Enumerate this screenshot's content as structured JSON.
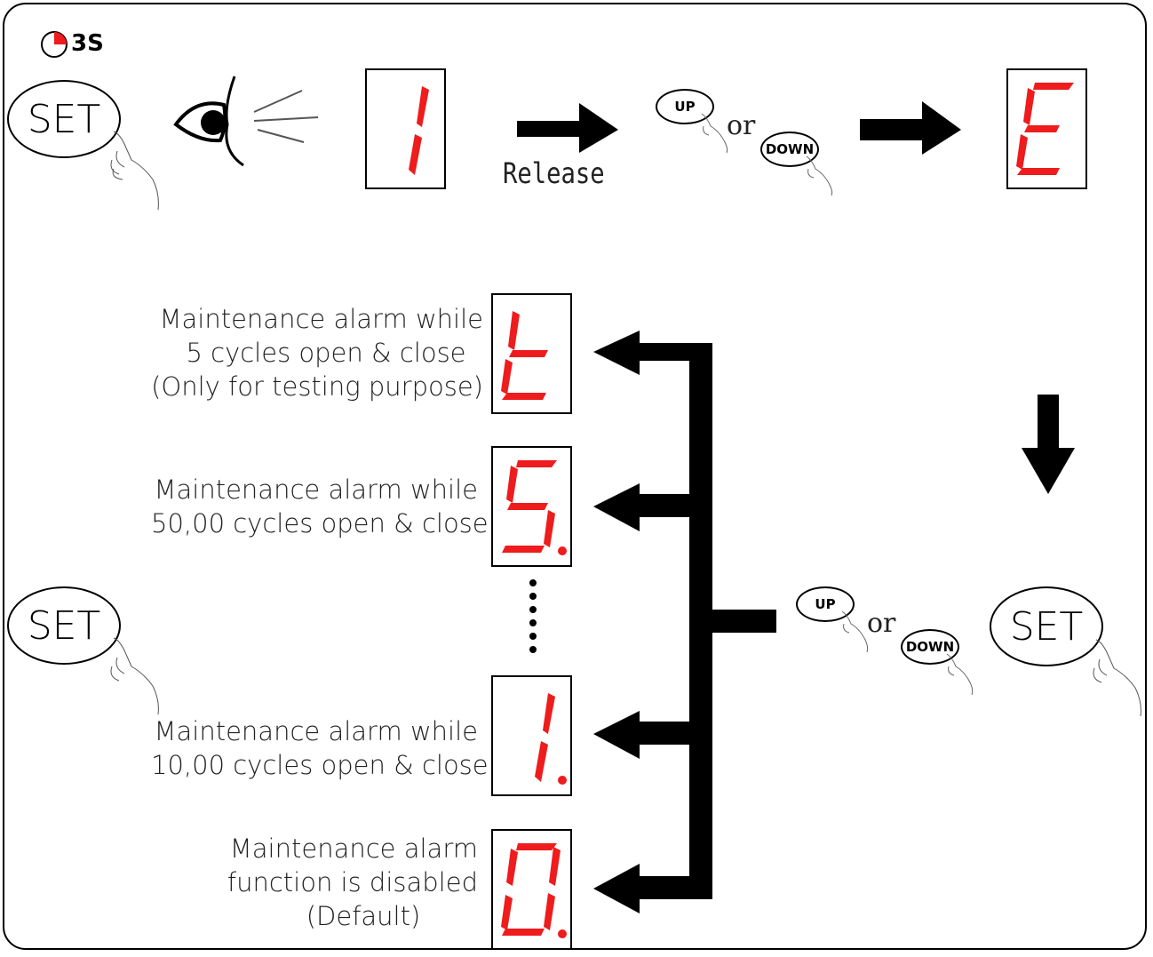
{
  "timer": {
    "label": "3S",
    "icon": "timer-icon"
  },
  "buttons": {
    "set": "SET",
    "up": "UP",
    "down": "DOWN",
    "or": "or"
  },
  "release_label": "Release",
  "displays": {
    "step_one": "1",
    "step_e": "E",
    "opt_t": "t",
    "opt_5": "5.",
    "opt_1": "1.",
    "opt_0": "0."
  },
  "options": [
    {
      "lines": [
        "Maintenance alarm while",
        "5 cycles open & close",
        "(Only for testing purpose)"
      ]
    },
    {
      "lines": [
        "Maintenance alarm while",
        "50,00 cycles open & close"
      ]
    },
    {
      "lines": [
        "Maintenance alarm while",
        "10,00 cycles open & close"
      ]
    },
    {
      "lines": [
        "Maintenance alarm",
        "function is disabled",
        "(Default)"
      ]
    }
  ],
  "colors": {
    "segment": "#ee1c1c",
    "stroke": "#000000"
  }
}
